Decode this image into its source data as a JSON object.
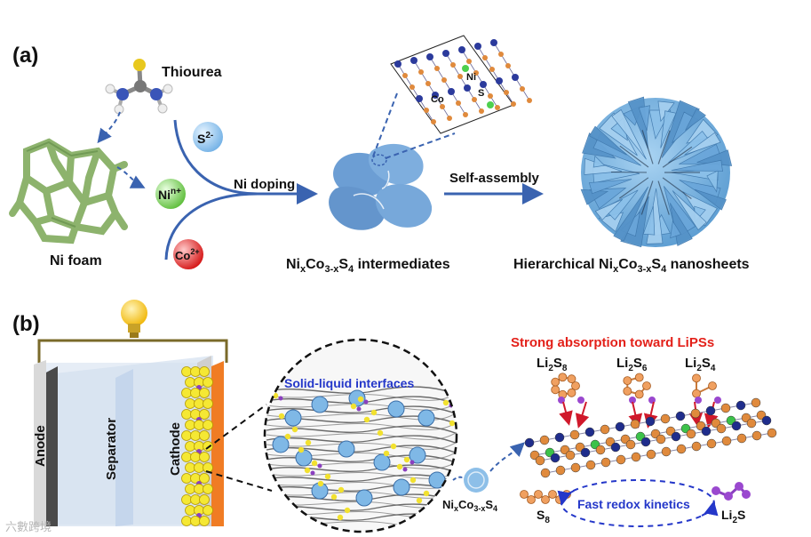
{
  "panel_a": {
    "label": "(a)",
    "thiourea": "Thiourea",
    "ni_foam": "Ni foam",
    "ion_s": "S",
    "ion_s_sup": "2-",
    "ion_ni": "Ni",
    "ion_ni_sup": "n+",
    "ion_co": "Co",
    "ion_co_sup": "2+",
    "ni_doping": "Ni doping",
    "self_assembly": "Self-assembly",
    "crystal_co": "Co",
    "crystal_ni": "Ni",
    "crystal_s": "S",
    "intermediates": {
      "a": "Ni",
      "b": "x",
      "c": "Co",
      "d": "3-x",
      "e": "S",
      "f": "4",
      "g": " intermediates"
    },
    "nanosheets": {
      "a": "Hierarchical Ni",
      "b": "x",
      "c": "Co",
      "d": "3-x",
      "e": "S",
      "f": "4",
      "g": " nanosheets"
    }
  },
  "panel_b": {
    "label": "(b)",
    "anode": "Anode",
    "separator": "Separator",
    "cathode": "Cathode",
    "interfaces": "Solid-liquid interfaces",
    "absorption": "Strong absorption toward LiPSs",
    "li2s8": {
      "a": "Li",
      "b": "2",
      "c": "S",
      "d": "8"
    },
    "li2s6": {
      "a": "Li",
      "b": "2",
      "c": "S",
      "d": "6"
    },
    "li2s4": {
      "a": "Li",
      "b": "2",
      "c": "S",
      "d": "4"
    },
    "particle": {
      "a": "Ni",
      "b": "x",
      "c": "Co",
      "d": "3-x",
      "e": "S",
      "f": "4"
    },
    "s8": {
      "a": "S",
      "b": "8"
    },
    "li2s": {
      "a": "Li",
      "b": "2",
      "c": "S"
    },
    "kinetics": "Fast redox kinetics"
  },
  "watermark": "六數跨境",
  "colors": {
    "text": "#111111",
    "arrow_blue": "#3a63b0",
    "nanosheet_blue": "#7fb3de",
    "electrolyte_blue": "#d9e6f4",
    "cathode_orange": "#f07c24",
    "sulfur_yellow": "#f5e834",
    "red_title": "#e3211a",
    "kinetics_blue": "#2437c9"
  }
}
